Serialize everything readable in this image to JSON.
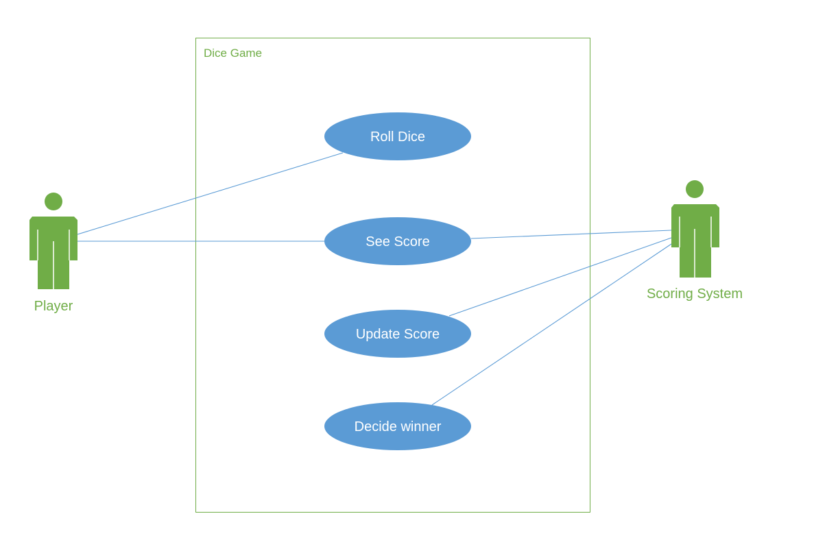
{
  "colors": {
    "actor": "#70ad47",
    "usecase_fill": "#5b9bd5",
    "usecase_text": "#ffffff",
    "line": "#5b9bd5",
    "boundary": "#70ad47",
    "background": "#ffffff"
  },
  "system": {
    "title": "Dice Game"
  },
  "use_cases": [
    {
      "label": "Roll Dice"
    },
    {
      "label": "See Score"
    },
    {
      "label": "Update Score"
    },
    {
      "label": "Decide winner"
    }
  ],
  "actors": [
    {
      "label": "Player",
      "icon": "person-icon"
    },
    {
      "label": "Scoring System",
      "icon": "person-icon"
    }
  ],
  "associations": [
    {
      "actor": "Player",
      "use_case": "Roll Dice"
    },
    {
      "actor": "Player",
      "use_case": "See Score"
    },
    {
      "actor": "Scoring System",
      "use_case": "See Score"
    },
    {
      "actor": "Scoring System",
      "use_case": "Update Score"
    },
    {
      "actor": "Scoring System",
      "use_case": "Decide winner"
    }
  ]
}
